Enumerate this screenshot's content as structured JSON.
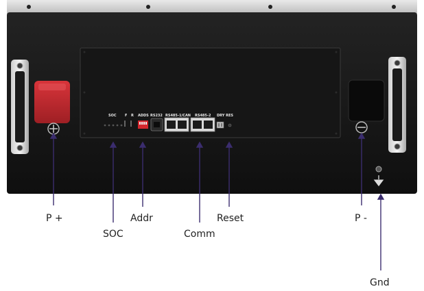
{
  "callouts": {
    "p_plus": "P +",
    "soc": "SOC",
    "addr": "Addr",
    "comm": "Comm",
    "reset": "Reset",
    "p_minus": "P -",
    "gnd": "Gnd"
  },
  "panel_labels": {
    "soc": "SOC",
    "f": "F",
    "r": "R",
    "adds": "ADDS",
    "rs232": "RS232",
    "rs485_can": "RS485-1/CAN",
    "rs485_2": "RS485-2",
    "dry_res": "DRY RES"
  },
  "colors": {
    "leader_line": "#3b2d6e",
    "positive_terminal": "#c0272d",
    "negative_terminal": "#1a1a1a"
  }
}
